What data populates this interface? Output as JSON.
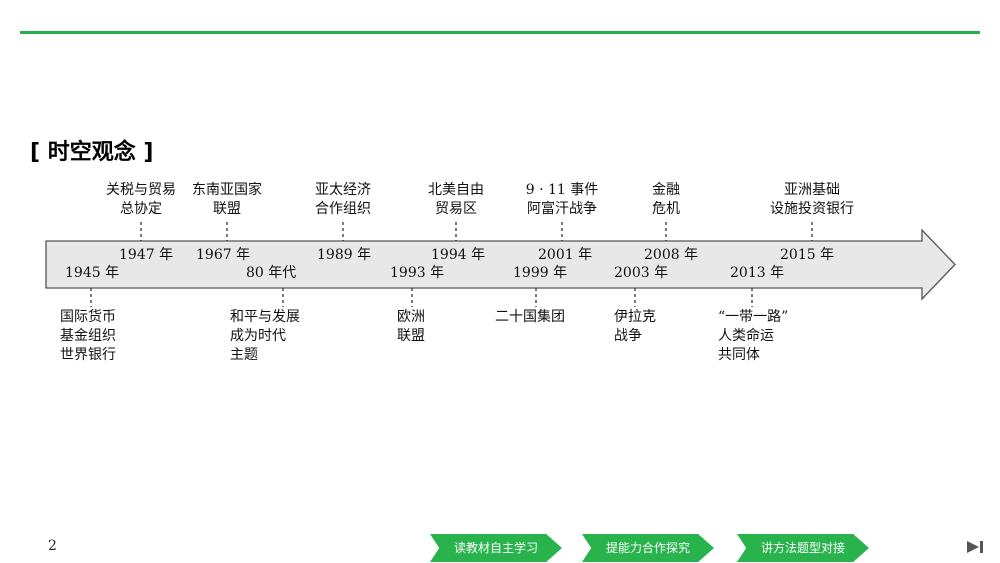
{
  "section": {
    "title": "[ 时空观念 ]"
  },
  "timeline": {
    "above": [
      {
        "lines": [
          "关税与贸易",
          "总协定"
        ],
        "year": "1947 年"
      },
      {
        "lines": [
          "东南亚国家",
          "联盟"
        ],
        "year": "1967 年"
      },
      {
        "lines": [
          "亚太经济",
          "合作组织"
        ],
        "year": "1989 年"
      },
      {
        "lines": [
          "北美自由",
          "贸易区"
        ],
        "year": "1994 年"
      },
      {
        "lines": [
          "9 · 11 事件",
          "阿富汗战争"
        ],
        "year": "2001 年"
      },
      {
        "lines": [
          "金融",
          "危机"
        ],
        "year": "2008 年"
      },
      {
        "lines": [
          "亚洲基础",
          "设施投资银行"
        ],
        "year": "2015 年"
      }
    ],
    "below": [
      {
        "lines": [
          "国际货币",
          "基金组织",
          "世界银行"
        ],
        "year": "1945 年"
      },
      {
        "lines": [
          "和平与发展",
          "成为时代",
          "主题"
        ],
        "year": "80 年代"
      },
      {
        "lines": [
          "欧洲",
          "联盟"
        ],
        "year": "1993 年"
      },
      {
        "lines": [
          "二十国集团"
        ],
        "year": "1999 年"
      },
      {
        "lines": [
          "伊拉克",
          "战争"
        ],
        "year": "2003 年"
      },
      {
        "lines": [
          "“一带一路”",
          "人类命运",
          "共同体"
        ],
        "year": "2013 年"
      }
    ]
  },
  "footer": {
    "page_number": "2",
    "buttons": [
      "读教材自主学习",
      "提能力合作探究",
      "讲方法题型对接"
    ]
  },
  "colors": {
    "accent": "#22b24c",
    "arrow_fill": "#e8e8e8",
    "arrow_stroke": "#555555"
  },
  "icons": {
    "end": "skip-to-end-icon"
  }
}
